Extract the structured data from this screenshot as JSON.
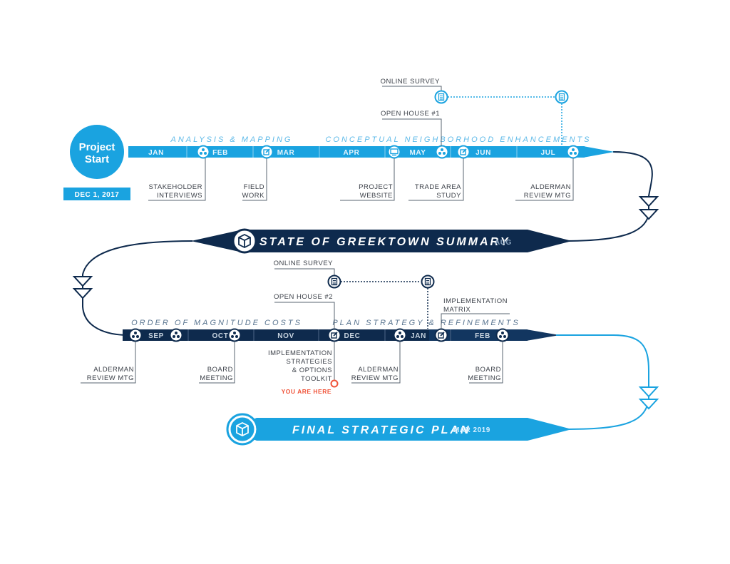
{
  "colors": {
    "light_blue": "#1aa3e0",
    "dark_navy": "#0e2a4d",
    "accent_orange": "#f0543a"
  },
  "project_start": {
    "title_line1": "Project",
    "title_line2": "Start",
    "date": "DEC 1, 2017"
  },
  "phases": {
    "analysis": "ANALYSIS & MAPPING",
    "conceptual": "CONCEPTUAL NEIGHBORHOOD ENHANCEMENTS",
    "order": "ORDER OF MAGNITUDE COSTS",
    "plan": "PLAN STRATEGY & REFINEMENTS"
  },
  "months_row1": [
    "JAN",
    "FEB",
    "MAR",
    "APR",
    "MAY",
    "JUN",
    "JUL"
  ],
  "months_row2": [
    "SEP",
    "OCT",
    "NOV",
    "DEC",
    "JAN",
    "FEB"
  ],
  "milestones": {
    "summary": {
      "label": "STATE OF GREEKTOWN SUMMARY",
      "month": "AUG"
    },
    "final": {
      "label": "FINAL STRATEGIC PLAN",
      "month": "MAR 2019"
    }
  },
  "events_row1": {
    "stakeholder": [
      "STAKEHOLDER",
      "INTERVIEWS"
    ],
    "field": [
      "FIELD",
      "WORK"
    ],
    "website": [
      "PROJECT",
      "WEBSITE"
    ],
    "trade": [
      "TRADE AREA",
      "STUDY"
    ],
    "alderman": [
      "ALDERMAN",
      "REVIEW MTG"
    ],
    "online_survey": "ONLINE SURVEY",
    "open_house": "OPEN HOUSE #1"
  },
  "events_row2": {
    "alderman1": [
      "ALDERMAN",
      "REVIEW MTG"
    ],
    "board1": [
      "BOARD",
      "MEETING"
    ],
    "toolkit": [
      "IMPLEMENTATION",
      "STRATEGIES",
      "& OPTIONS",
      "TOOLKIT"
    ],
    "alderman2": [
      "ALDERMAN",
      "REVIEW MTG"
    ],
    "board2": [
      "BOARD",
      "MEETING"
    ],
    "online_survey": "ONLINE SURVEY",
    "open_house": "OPEN HOUSE #2",
    "matrix": [
      "IMPLEMENTATION",
      "MATRIX"
    ]
  },
  "you_are_here": "YOU ARE HERE",
  "icons": [
    "meeting-icon",
    "edit-icon",
    "monitor-icon",
    "clipboard-icon",
    "box-icon"
  ]
}
